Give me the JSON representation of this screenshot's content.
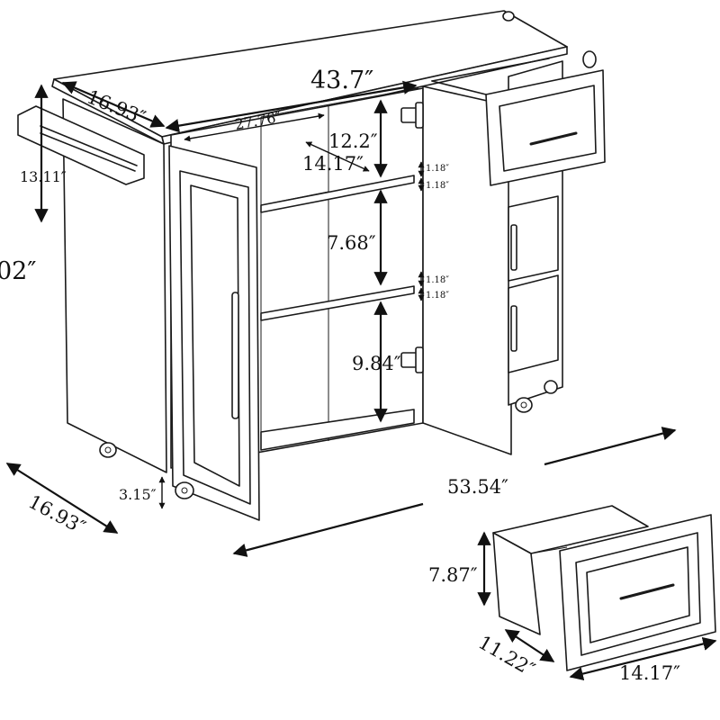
{
  "dimensions": {
    "total_width": "43.7″",
    "total_length": "53.54″",
    "side_depth_top": "16.93″",
    "side_depth_bottom": "16.93″",
    "cabinet_inner_width": "27.76″",
    "height_partial": "02″",
    "towel_bar_height": "13.11″",
    "top_shelf_gap": "12.2″",
    "shelf_depth": "14.17″",
    "middle_shelf_gap": "7.68″",
    "bottom_shelf_gap": "9.84″",
    "shelf_thickness_1a": "1.18″",
    "shelf_thickness_1b": "1.18″",
    "shelf_thickness_2a": "1.18″",
    "shelf_thickness_2b": "1.18″",
    "caster_clearance": "3.15″",
    "drawer_height": "7.87″",
    "drawer_depth": "11.22″",
    "drawer_width": "14.17″"
  },
  "colors": {
    "line": "#1a1a1a",
    "background": "#ffffff"
  },
  "icons": [
    "caster-wheel-icon",
    "hinge-icon",
    "drawer-handle-icon",
    "door-handle-icon",
    "towel-bar-icon"
  ]
}
